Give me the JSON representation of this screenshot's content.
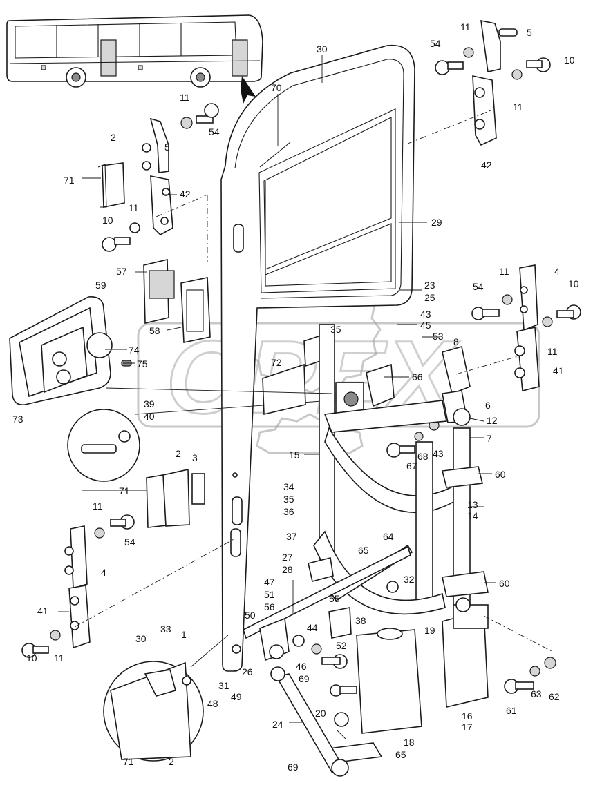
{
  "diagram": {
    "callouts": [
      {
        "id": "c30",
        "text": "30"
      },
      {
        "id": "c70",
        "text": "70"
      },
      {
        "id": "c29",
        "text": "29"
      },
      {
        "id": "c54a",
        "text": "54"
      },
      {
        "id": "c11a",
        "text": "11"
      },
      {
        "id": "c5a",
        "text": "5"
      },
      {
        "id": "c10a",
        "text": "10"
      },
      {
        "id": "c11b",
        "text": "11"
      },
      {
        "id": "c42a",
        "text": "42"
      },
      {
        "id": "c11c",
        "text": "11"
      },
      {
        "id": "c54b",
        "text": "54"
      },
      {
        "id": "c2a",
        "text": "2"
      },
      {
        "id": "c5b",
        "text": "5"
      },
      {
        "id": "c71a",
        "text": "71"
      },
      {
        "id": "c42b",
        "text": "42"
      },
      {
        "id": "c11d",
        "text": "11"
      },
      {
        "id": "c10b",
        "text": "10"
      },
      {
        "id": "c57",
        "text": "57"
      },
      {
        "id": "c58",
        "text": "58"
      },
      {
        "id": "c59",
        "text": "59"
      },
      {
        "id": "c74",
        "text": "74"
      },
      {
        "id": "c75",
        "text": "75"
      },
      {
        "id": "c73",
        "text": "73"
      },
      {
        "id": "c72",
        "text": "72"
      },
      {
        "id": "c35a",
        "text": "35"
      },
      {
        "id": "c39",
        "text": "39"
      },
      {
        "id": "c40",
        "text": "40"
      },
      {
        "id": "c23",
        "text": "23"
      },
      {
        "id": "c25",
        "text": "25"
      },
      {
        "id": "c43a",
        "text": "43"
      },
      {
        "id": "c45",
        "text": "45"
      },
      {
        "id": "c53",
        "text": "53"
      },
      {
        "id": "c66",
        "text": "66"
      },
      {
        "id": "c54c",
        "text": "54"
      },
      {
        "id": "c11e",
        "text": "11"
      },
      {
        "id": "c4a",
        "text": "4"
      },
      {
        "id": "c10c",
        "text": "10"
      },
      {
        "id": "c11f",
        "text": "11"
      },
      {
        "id": "c41a",
        "text": "41"
      },
      {
        "id": "c8",
        "text": "8"
      },
      {
        "id": "c6",
        "text": "6"
      },
      {
        "id": "c12",
        "text": "12"
      },
      {
        "id": "c7",
        "text": "7"
      },
      {
        "id": "c43b",
        "text": "43"
      },
      {
        "id": "c68",
        "text": "68"
      },
      {
        "id": "c67",
        "text": "67"
      },
      {
        "id": "c15",
        "text": "15"
      },
      {
        "id": "c60a",
        "text": "60"
      },
      {
        "id": "c13",
        "text": "13"
      },
      {
        "id": "c14",
        "text": "14"
      },
      {
        "id": "c2b",
        "text": "2"
      },
      {
        "id": "c3",
        "text": "3"
      },
      {
        "id": "c71b",
        "text": "71"
      },
      {
        "id": "c34",
        "text": "34"
      },
      {
        "id": "c35b",
        "text": "35"
      },
      {
        "id": "c36",
        "text": "36"
      },
      {
        "id": "c37",
        "text": "37"
      },
      {
        "id": "c64",
        "text": "64"
      },
      {
        "id": "c65a",
        "text": "65"
      },
      {
        "id": "c32",
        "text": "32"
      },
      {
        "id": "c27",
        "text": "27"
      },
      {
        "id": "c28",
        "text": "28"
      },
      {
        "id": "c11g",
        "text": "11"
      },
      {
        "id": "c54d",
        "text": "54"
      },
      {
        "id": "c4b",
        "text": "4"
      },
      {
        "id": "c41b",
        "text": "41"
      },
      {
        "id": "c10d",
        "text": "10"
      },
      {
        "id": "c11h",
        "text": "11"
      },
      {
        "id": "c47",
        "text": "47"
      },
      {
        "id": "c51",
        "text": "51"
      },
      {
        "id": "c56",
        "text": "56"
      },
      {
        "id": "c55",
        "text": "55"
      },
      {
        "id": "c60b",
        "text": "60"
      },
      {
        "id": "c50",
        "text": "50"
      },
      {
        "id": "c38",
        "text": "38"
      },
      {
        "id": "c44",
        "text": "44"
      },
      {
        "id": "c19",
        "text": "19"
      },
      {
        "id": "c52",
        "text": "52"
      },
      {
        "id": "c46",
        "text": "46"
      },
      {
        "id": "c30b",
        "text": "30"
      },
      {
        "id": "c33",
        "text": "33"
      },
      {
        "id": "c1",
        "text": "1"
      },
      {
        "id": "c48",
        "text": "48"
      },
      {
        "id": "c31",
        "text": "31"
      },
      {
        "id": "c49",
        "text": "49"
      },
      {
        "id": "c26",
        "text": "26"
      },
      {
        "id": "c69a",
        "text": "69"
      },
      {
        "id": "c24",
        "text": "24"
      },
      {
        "id": "c20",
        "text": "20"
      },
      {
        "id": "c18",
        "text": "18"
      },
      {
        "id": "c65b",
        "text": "65"
      },
      {
        "id": "c69b",
        "text": "69"
      },
      {
        "id": "c71c",
        "text": "71"
      },
      {
        "id": "c2c",
        "text": "2"
      },
      {
        "id": "c16",
        "text": "16"
      },
      {
        "id": "c17",
        "text": "17"
      },
      {
        "id": "c61",
        "text": "61"
      },
      {
        "id": "c63",
        "text": "63"
      },
      {
        "id": "c62",
        "text": "62"
      }
    ],
    "watermark": "OPEX"
  }
}
